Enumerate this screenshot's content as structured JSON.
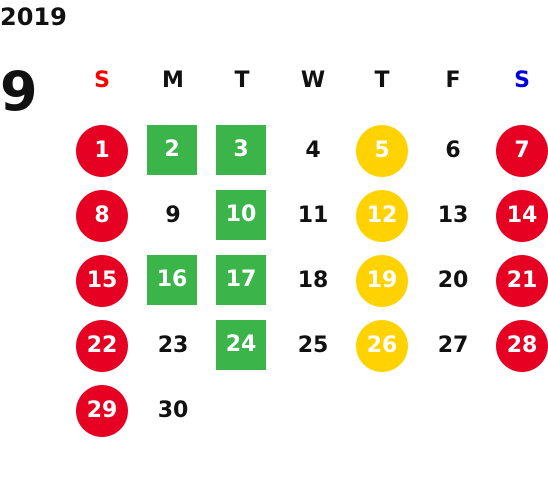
{
  "calendar": {
    "year": "2019",
    "month": "9",
    "weekdays": [
      "S",
      "M",
      "T",
      "W",
      "T",
      "F",
      "S"
    ],
    "colors": {
      "sunday_header": "#ff0000",
      "saturday_header": "#0000dd",
      "weekday_header": "#111111",
      "red_day": "#e60022",
      "green_day": "#3bb54a",
      "yellow_day": "#ffd200",
      "plain_day": "#111111"
    },
    "weeks": [
      [
        "1",
        "2",
        "3",
        "4",
        "5",
        "6",
        "7"
      ],
      [
        "8",
        "9",
        "10",
        "11",
        "12",
        "13",
        "14"
      ],
      [
        "15",
        "16",
        "17",
        "18",
        "19",
        "20",
        "21"
      ],
      [
        "22",
        "23",
        "24",
        "25",
        "26",
        "27",
        "28"
      ],
      [
        "29",
        "30",
        "",
        "",
        "",
        "",
        ""
      ]
    ],
    "highlight_types": [
      [
        "red",
        "green",
        "green",
        "plain",
        "yellow",
        "plain",
        "red"
      ],
      [
        "red",
        "plain",
        "green",
        "plain",
        "yellow",
        "plain",
        "red"
      ],
      [
        "red",
        "green",
        "green",
        "plain",
        "yellow",
        "plain",
        "red"
      ],
      [
        "red",
        "plain",
        "green",
        "plain",
        "yellow",
        "plain",
        "red"
      ],
      [
        "red",
        "plain",
        "",
        "",
        "",
        "",
        ""
      ]
    ]
  }
}
